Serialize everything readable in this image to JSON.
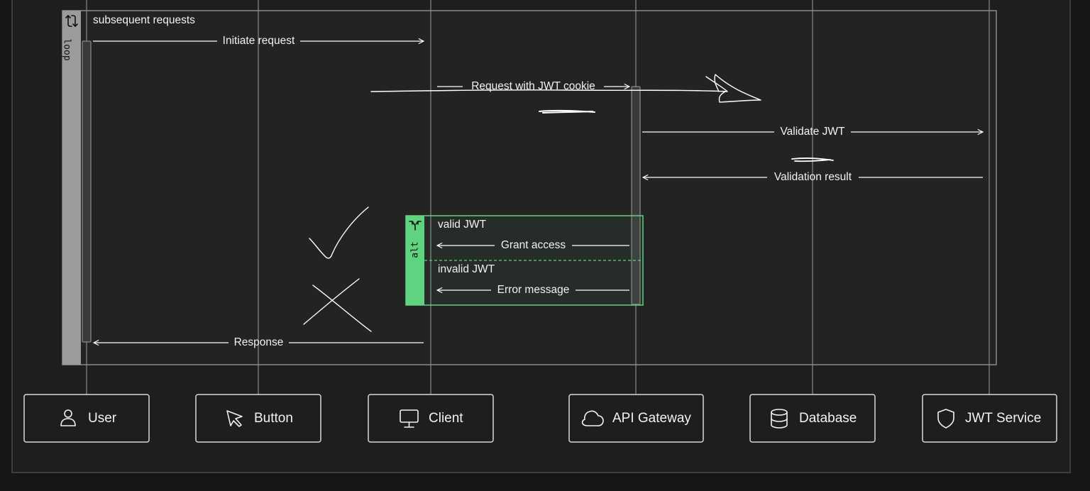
{
  "loop": {
    "tag": "loop",
    "label": "subsequent requests"
  },
  "alt": {
    "tag": "alt",
    "branch1": "valid JWT",
    "branch2": "invalid JWT"
  },
  "messages": {
    "initiate": "Initiate request",
    "jwt_cookie": "Request with JWT cookie",
    "validate": "Validate JWT",
    "result": "Validation result",
    "grant": "Grant access",
    "error": "Error message",
    "response": "Response"
  },
  "participants": [
    {
      "label": "User",
      "icon": "user-icon"
    },
    {
      "label": "Button",
      "icon": "cursor-icon"
    },
    {
      "label": "Client",
      "icon": "monitor-icon"
    },
    {
      "label": "API Gateway",
      "icon": "cloud-icon"
    },
    {
      "label": "Database",
      "icon": "database-icon"
    },
    {
      "label": "JWT Service",
      "icon": "shield-icon"
    }
  ],
  "colors": {
    "background": "#161616",
    "canvas": "#1e1e1e",
    "line": "#8a8a8a",
    "text": "#f2f2f2",
    "alt_accent": "#5fd37f",
    "loop_bar": "#9b9b9b"
  }
}
